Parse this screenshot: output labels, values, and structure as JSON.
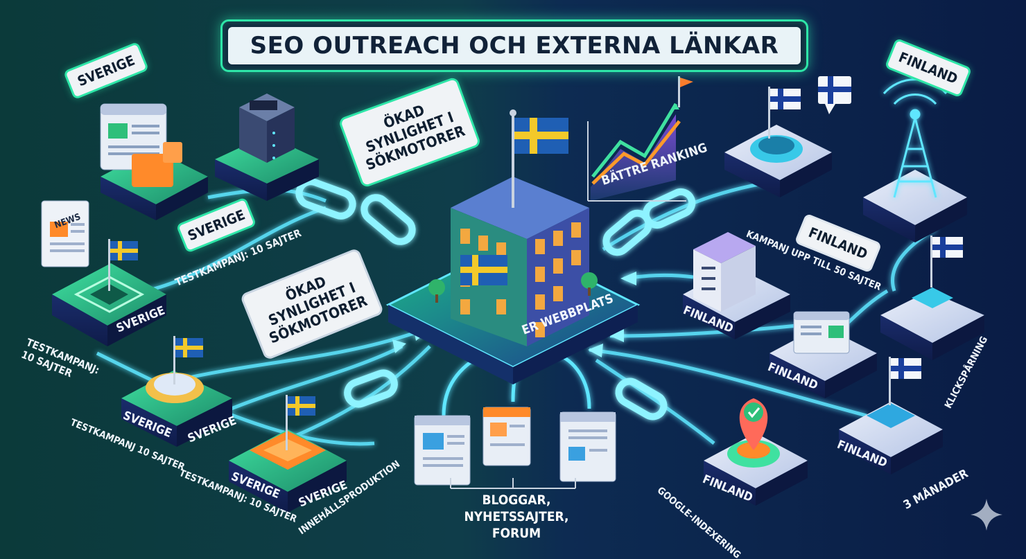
{
  "title": "SEO OUTREACH OCH EXTERNA LÄNKAR",
  "center": {
    "label": "ER WEBBPLATS"
  },
  "callouts": {
    "top_bubble": "ÖKAD SYNLIGHET I SÖKMOTORER",
    "left_bubble": "ÖKAD SYNLIGHET I SÖKMOTORER",
    "ranking": "BÄTTRE RANKING"
  },
  "sweden_labels": {
    "sverige_tag_top": "SVERIGE",
    "sverige_tag_mid": "SVERIGE",
    "testkampanj_1": "TESTKAMPANJ: 10 SAJTER",
    "testkampanj_2": "TESTKAMPANJ: 10 SAJTER",
    "testkampanj_3": "TESTKAMPANJ 10 SAJTER",
    "testkampanj_4": "TESTKAMPANJ: 10 SAJTER",
    "innehall": "INNEHÅLLSPRODUKTION",
    "plate_1": "SVERIGE",
    "plate_2a": "SVERIGE",
    "plate_2b": "SVERIGE",
    "plate_3a": "SVERIGE",
    "plate_3b": "SVERIGE",
    "news": "NEWS"
  },
  "finland_labels": {
    "finland_tag_top": "FINLAND",
    "finland_tag_mid": "FINLAND",
    "kampanj": "KAMPANJ UPP TILL 50 SAJTER",
    "klick": "KLICKSPÅRNING",
    "manader": "3 MÅNADER",
    "google": "GOOGLE-INDEXERING",
    "plate_1": "FINLAND",
    "plate_2": "FINLAND",
    "plate_3": "FINLAND",
    "plate_4": "FINLAND"
  },
  "sources_label": "BLOGGAR, NYHETSSAJTER, FORUM",
  "colors": {
    "accent": "#2ee6a8",
    "link_glow": "#5fe6ff",
    "sweden_blue": "#1f5fb4",
    "sweden_yellow": "#f3c92a",
    "finland_blue": "#1a3f9c",
    "orange": "#ff8a2a"
  },
  "icons": [
    "news-icon",
    "server-icon",
    "browser-window-icon",
    "chain-link-icon",
    "sweden-flag-icon",
    "finland-flag-icon",
    "radio-tower-icon",
    "location-pin-icon",
    "growth-chart-icon",
    "arrow-icon",
    "sparkle-icon"
  ]
}
